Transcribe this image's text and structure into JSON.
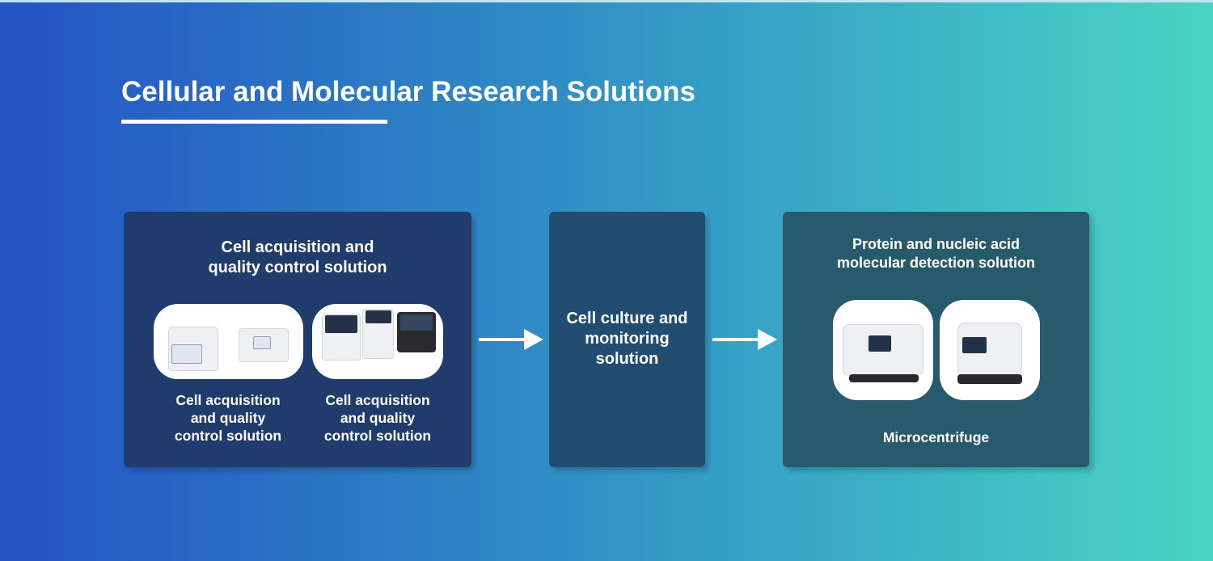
{
  "title": "Cellular and Molecular Research Solutions",
  "cards": [
    {
      "title_line1": "Cell acquisition and",
      "title_line2": "quality control solution",
      "items": [
        {
          "caption_line1": "Cell acquisition",
          "caption_line2": "and quality",
          "caption_line3": "control solution"
        },
        {
          "caption_line1": "Cell acquisition",
          "caption_line2": "and quality",
          "caption_line3": "control solution"
        }
      ]
    },
    {
      "title_line1": "Cell culture and",
      "title_line2": "monitoring",
      "title_line3": "solution"
    },
    {
      "title_line1": "Protein and nucleic acid",
      "title_line2": "molecular detection solution",
      "caption": "Microcentrifuge"
    }
  ],
  "colors": {
    "gradient_start": "#2453c4",
    "gradient_end": "#4ad5c2",
    "card1": "#1f3c6d",
    "card2": "#214d70",
    "card3": "#275a6a"
  }
}
